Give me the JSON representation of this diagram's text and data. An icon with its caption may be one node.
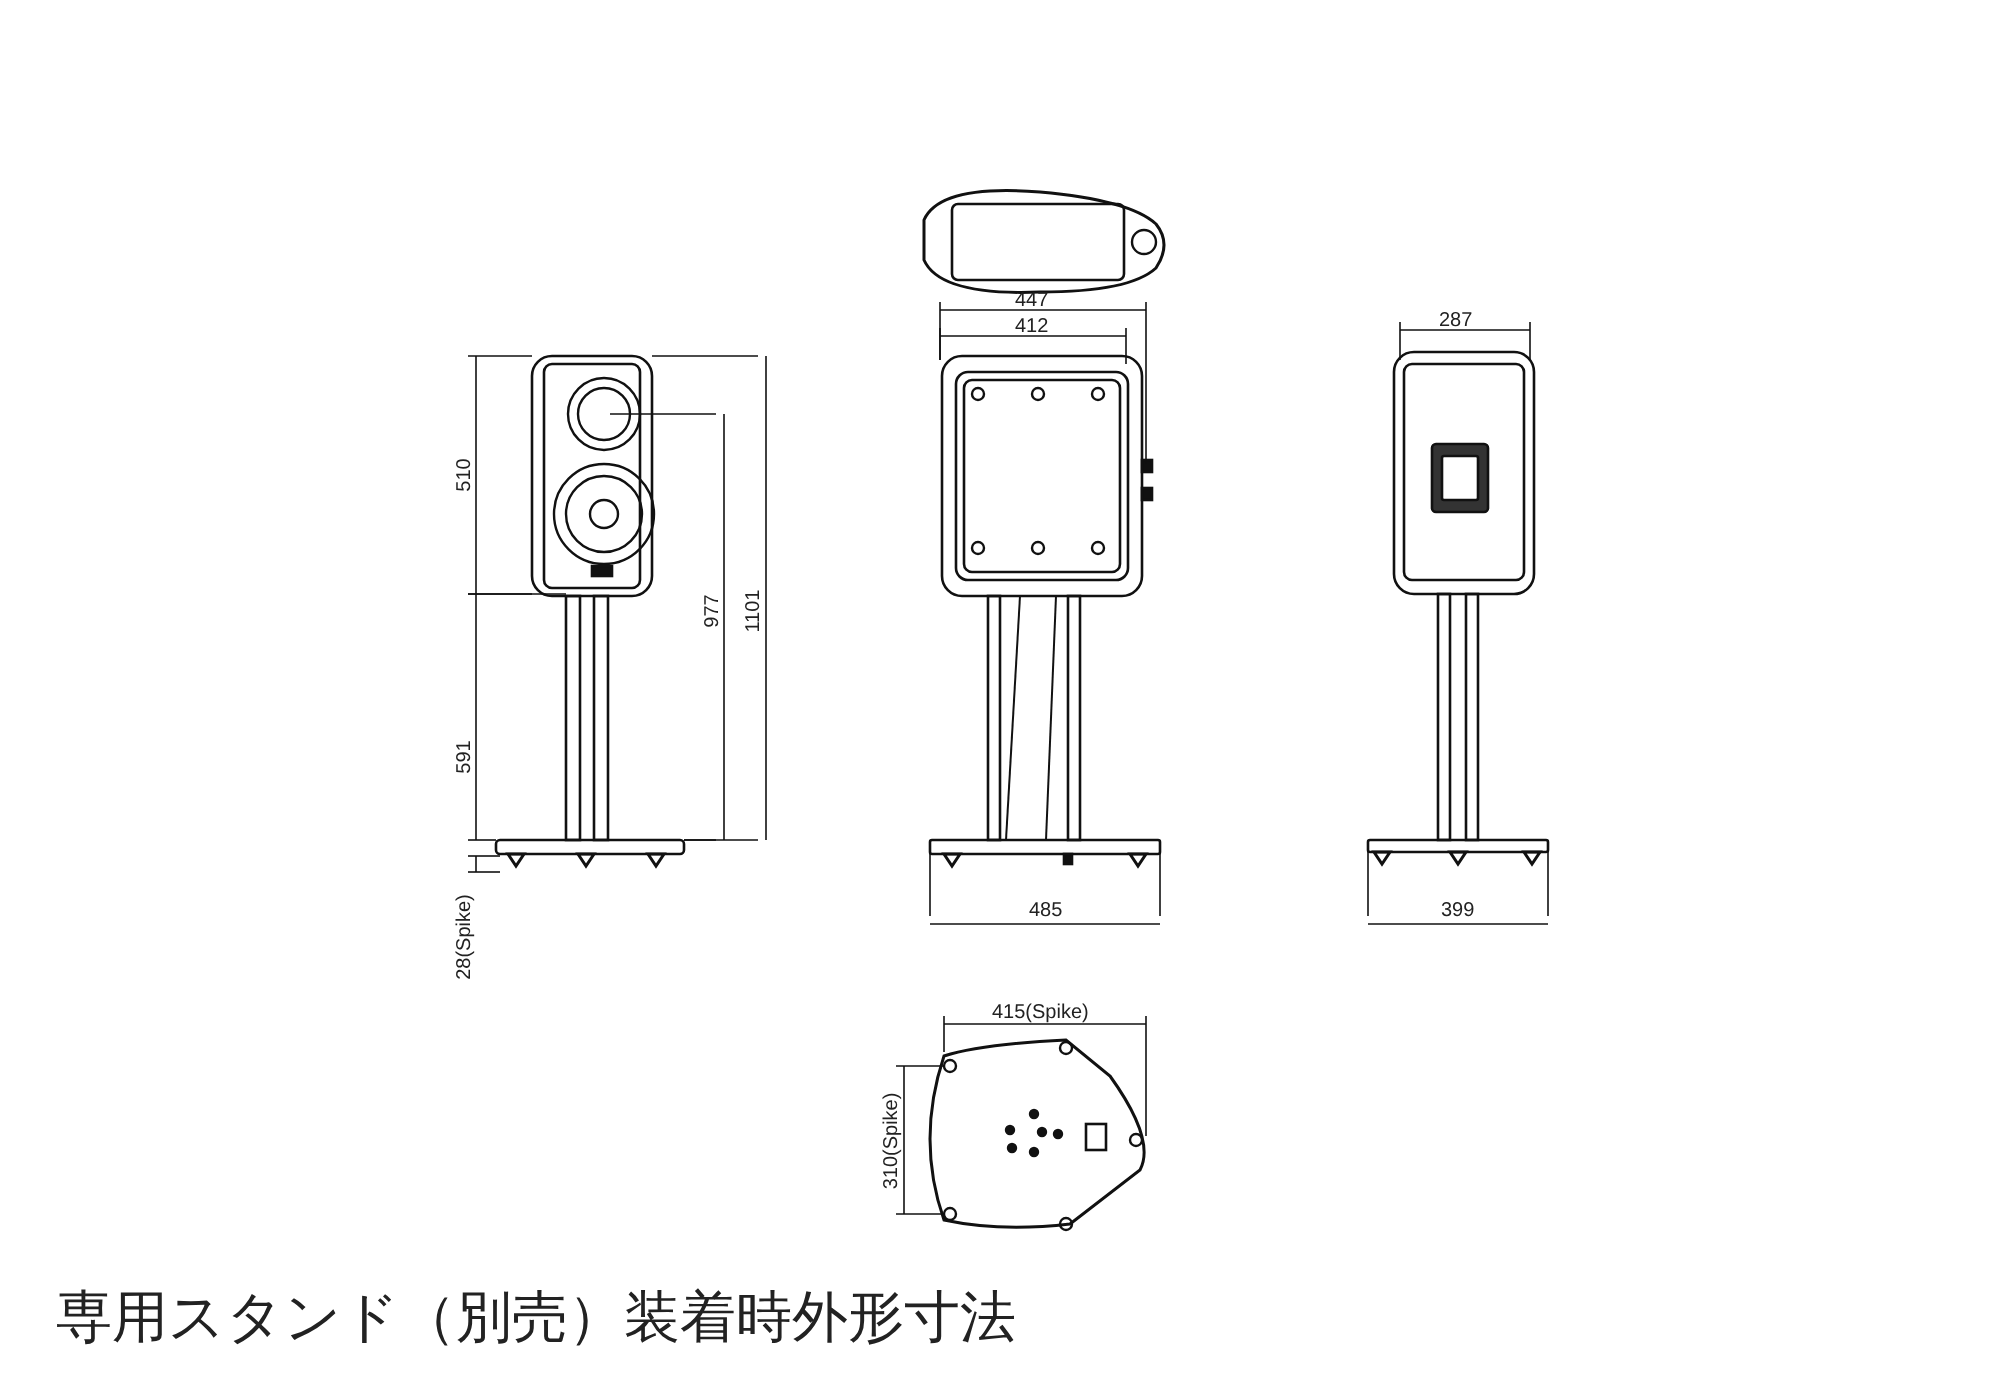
{
  "diagram": {
    "caption": "専用スタンド（別売）装着時外形寸法",
    "labels": [
      "447",
      "412",
      "287",
      "510",
      "977",
      "1101",
      "591",
      "485",
      "399",
      "28(Spike)",
      "415(Spike)",
      "310(Spike)"
    ]
  }
}
